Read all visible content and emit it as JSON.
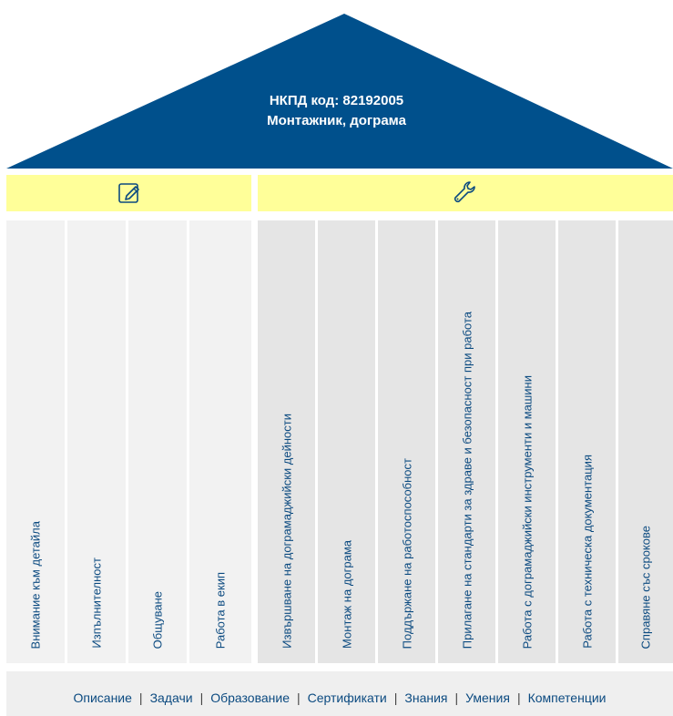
{
  "colors": {
    "roof": "#00508c",
    "header_bg": "#ffff99",
    "left_col_bg": "#f2f2f2",
    "right_col_bg": "#e5e5e5",
    "link": "#0b4a80"
  },
  "roof": {
    "line1": "НКПД код: 82192005",
    "line2": "Монтажник, дограма"
  },
  "headers": {
    "left_icon": "edit-icon",
    "right_icon": "wrench-icon"
  },
  "soft_skills": [
    "Внимание към детайла",
    "Изпълнителност",
    "Общуване",
    "Работа в екип"
  ],
  "hard_skills": [
    "Извършване на дограмаджийски дейности",
    "Монтаж на дограма",
    "Поддържане на работоспособност",
    "Прилагане на стандарти за здраве и безопасност при работа",
    "Работа с дограмаджийски инструменти и машини",
    "Работа с техническа документация",
    "Справяне със срокове"
  ],
  "footer": {
    "links": [
      "Описание",
      "Задачи",
      "Образование",
      "Сертификати",
      "Знания",
      "Умения",
      "Компетенции"
    ],
    "separator": "|"
  }
}
